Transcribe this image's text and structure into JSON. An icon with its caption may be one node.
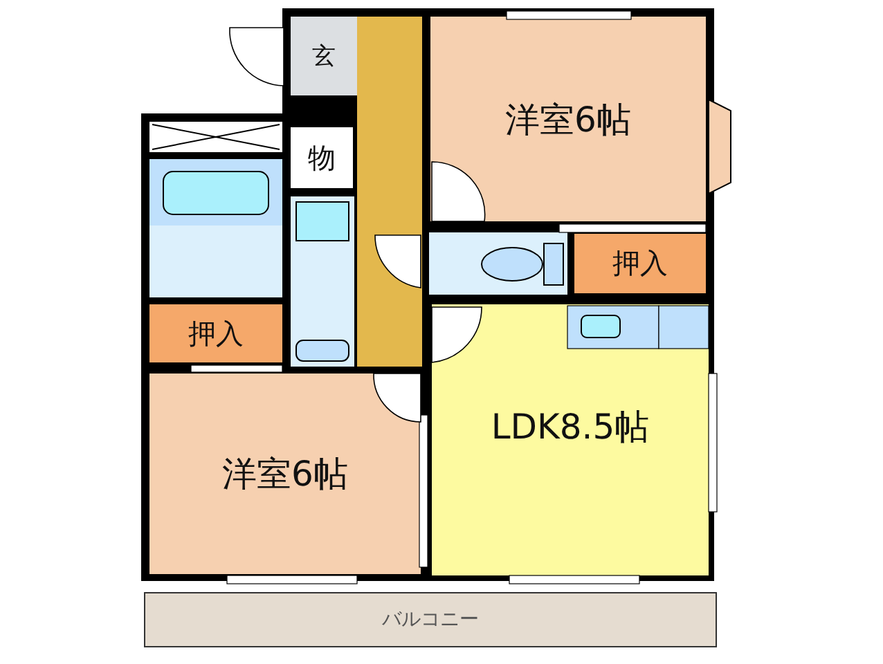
{
  "diagram": {
    "nodes": [
      {
        "text": [
          "玄"
        ]
      },
      {
        "text": [
          "物"
        ]
      },
      {
        "text": [
          "洋室6帖"
        ]
      },
      {
        "text": [
          "押入"
        ]
      },
      {
        "text": [
          "押入"
        ]
      },
      {
        "text": [
          "洋室6帖"
        ]
      },
      {
        "text": [
          "LDK8.5帖"
        ]
      },
      {
        "text": [
          "バルコニー"
        ]
      }
    ]
  }
}
